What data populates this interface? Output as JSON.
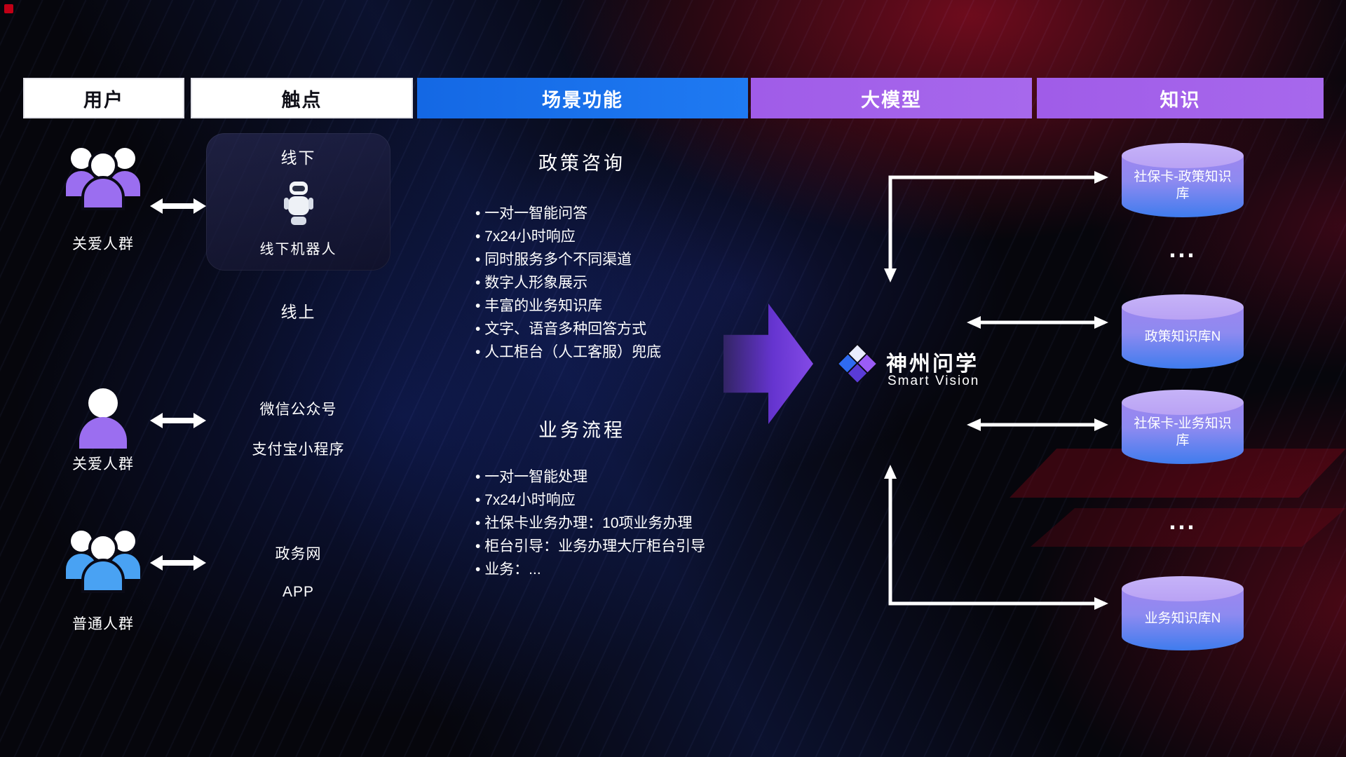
{
  "header": {
    "columns": [
      {
        "label": "用户"
      },
      {
        "label": "触点"
      },
      {
        "label": "场景功能"
      },
      {
        "label": "大模型"
      },
      {
        "label": "知识"
      }
    ]
  },
  "users": [
    {
      "label": "关爱人群"
    },
    {
      "label": "关爱人群"
    },
    {
      "label": "普通人群"
    }
  ],
  "touchpoints": {
    "offline": {
      "title": "线下",
      "robot_label": "线下机器人"
    },
    "online_title": "线上",
    "channels": [
      "微信公众号",
      "支付宝小程序",
      "政务网",
      "APP"
    ]
  },
  "scenarios": [
    {
      "title": "政策咨询",
      "items": [
        "一对一智能问答",
        "7x24小时响应",
        "同时服务多个不同渠道",
        "数字人形象展示",
        "丰富的业务知识库",
        "文字、语音多种回答方式",
        "人工柜台（人工客服）兜底"
      ]
    },
    {
      "title": "业务流程",
      "items": [
        "一对一智能处理",
        "7x24小时响应",
        "社保卡业务办理：10项业务办理",
        "柜台引导：业务办理大厅柜台引导",
        "业务：..."
      ]
    }
  ],
  "model": {
    "name": "神州问学",
    "subtitle": "Smart Vision"
  },
  "knowledge": {
    "databases": [
      "社保卡-政策知识库",
      "政策知识库N",
      "社保卡-业务知识库",
      "业务知识库N"
    ],
    "ellipsis": "..."
  },
  "colors": {
    "accent-blue": "#1468e4",
    "accent-purple": "#a05ce8",
    "db-top": "#b9a2f4",
    "db-mid": "#8d8af0",
    "db-bottom": "#3f7cee",
    "people-purple": "#9b6ef0",
    "people-blue": "#49a2f3",
    "arrow-purple": "#8a4df0"
  }
}
